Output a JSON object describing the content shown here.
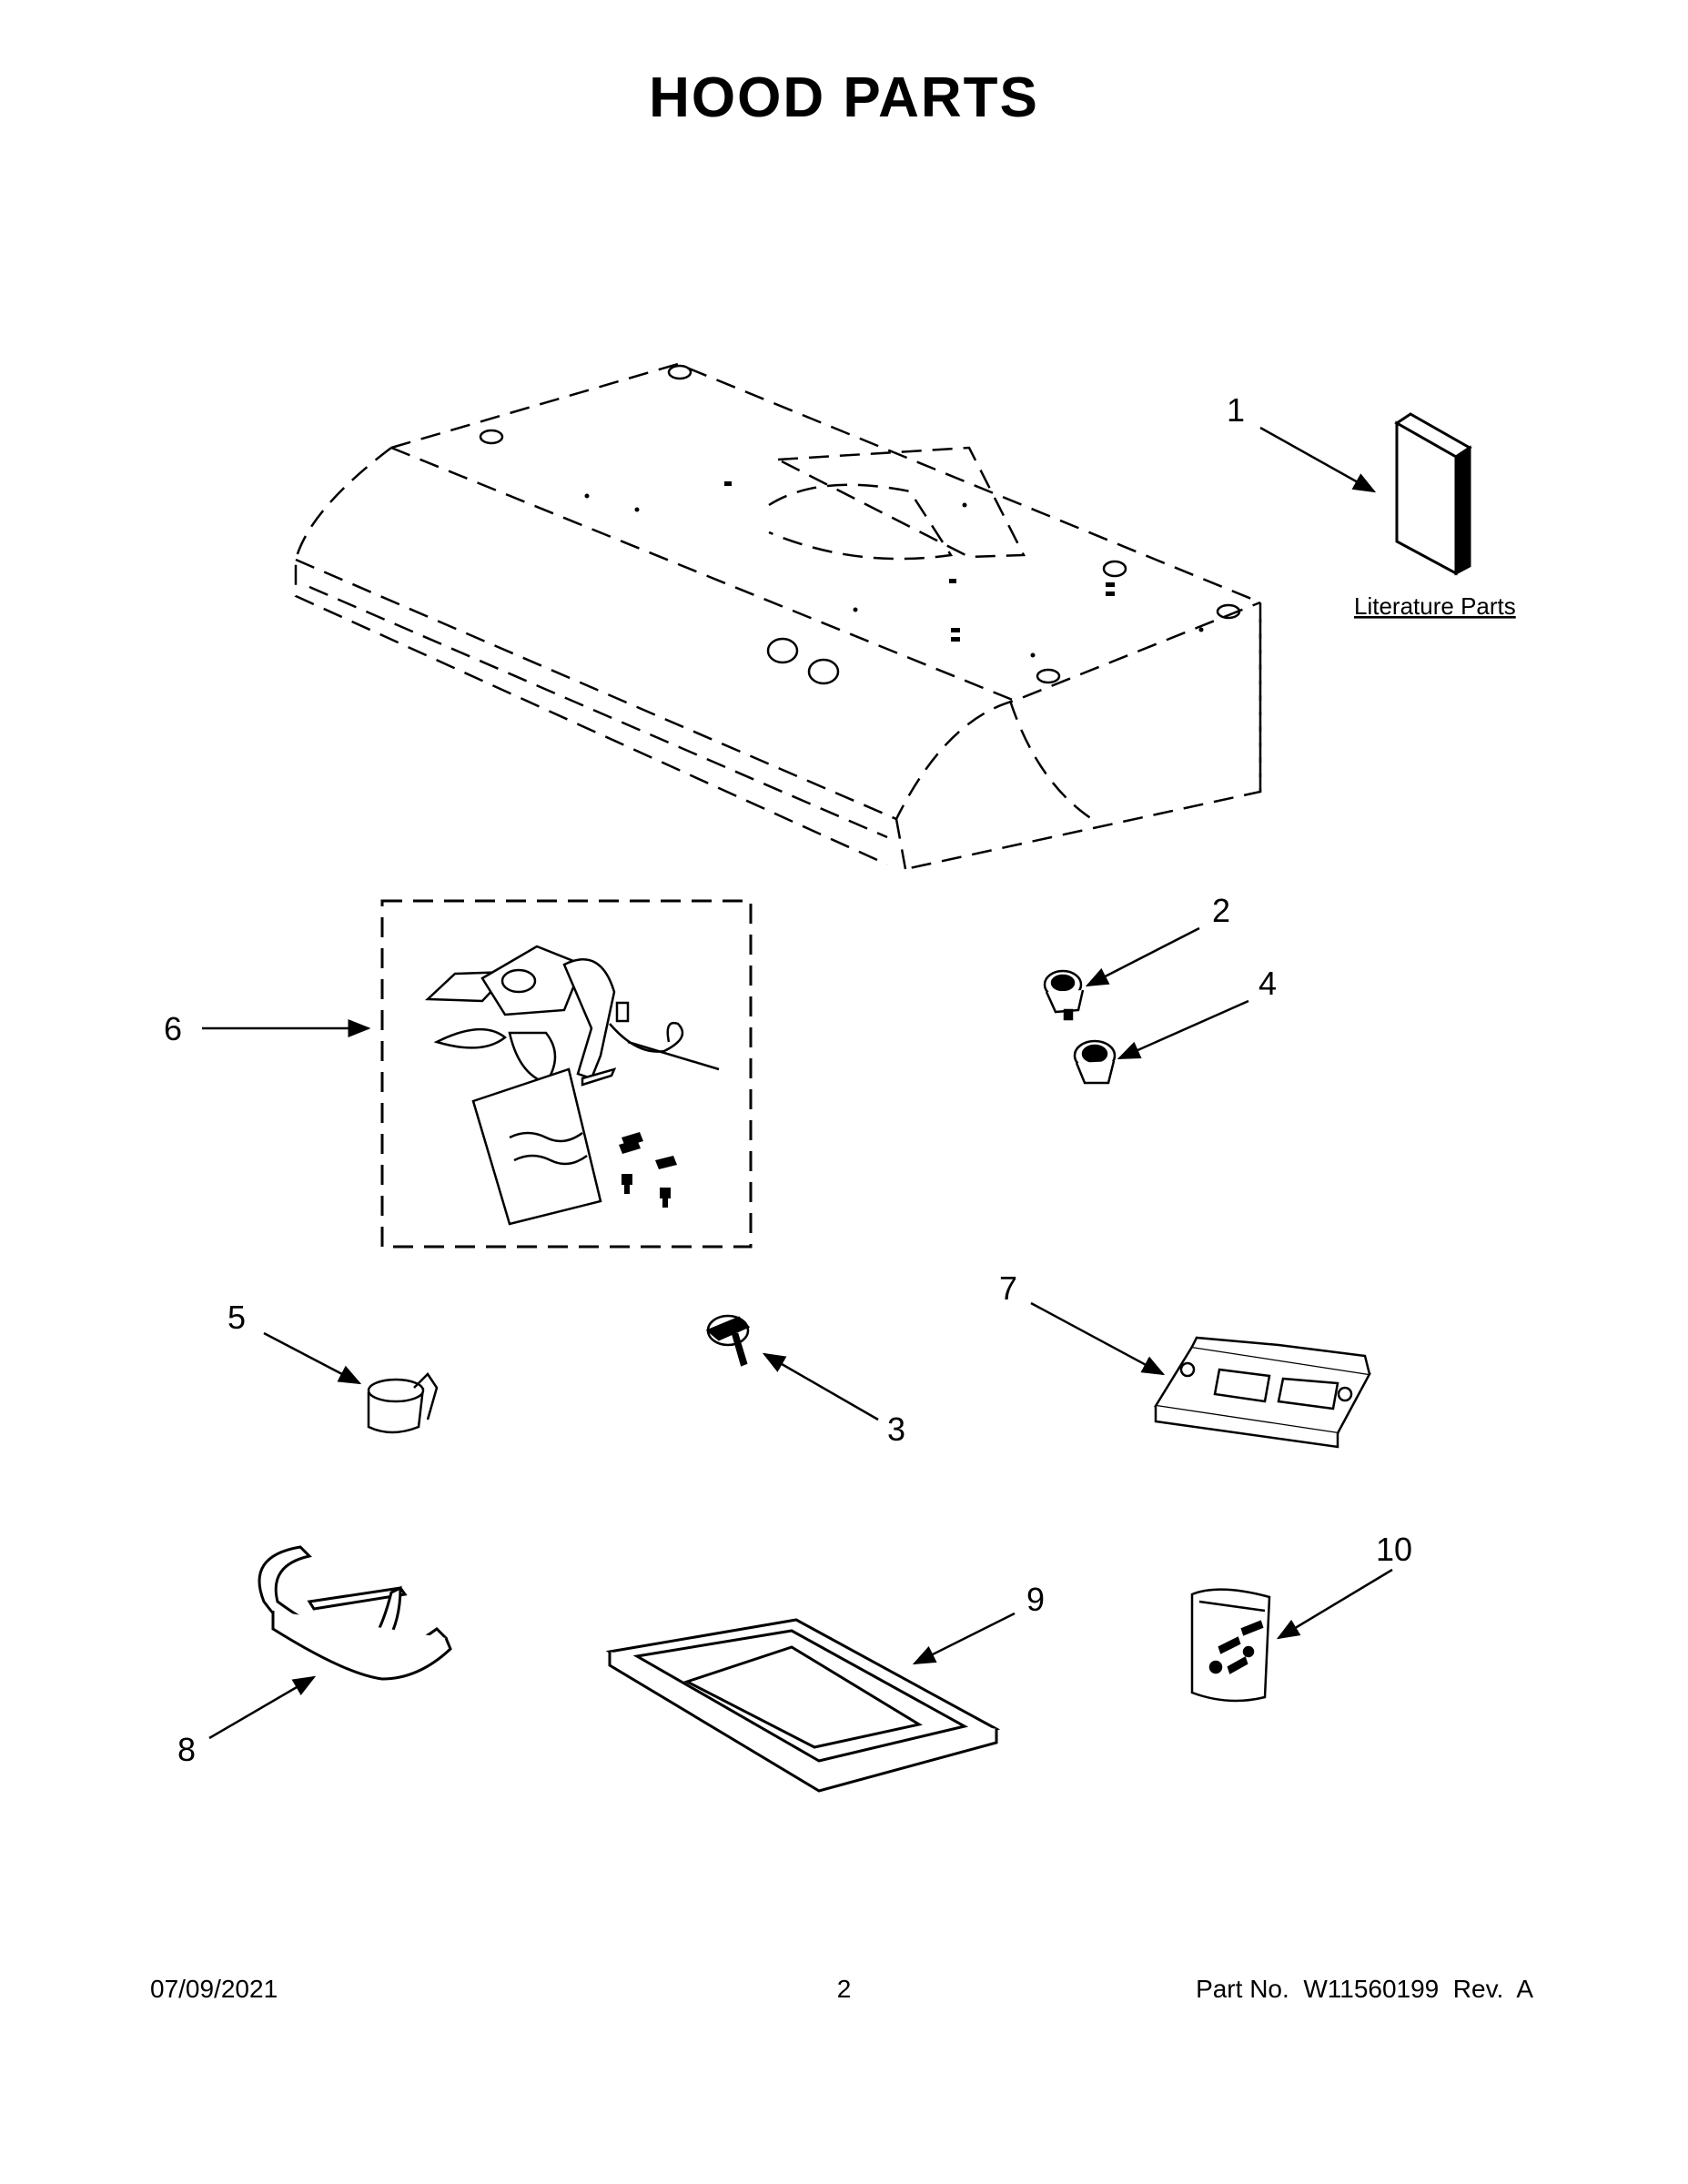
{
  "title": "HOOD PARTS",
  "literature_label": "Literature Parts",
  "callouts": [
    "1",
    "2",
    "3",
    "4",
    "5",
    "6",
    "7",
    "8",
    "9",
    "10"
  ],
  "footer": {
    "date": "07/09/2021",
    "page": "2",
    "part_no": "Part No.  W11560199  Rev.  A"
  }
}
